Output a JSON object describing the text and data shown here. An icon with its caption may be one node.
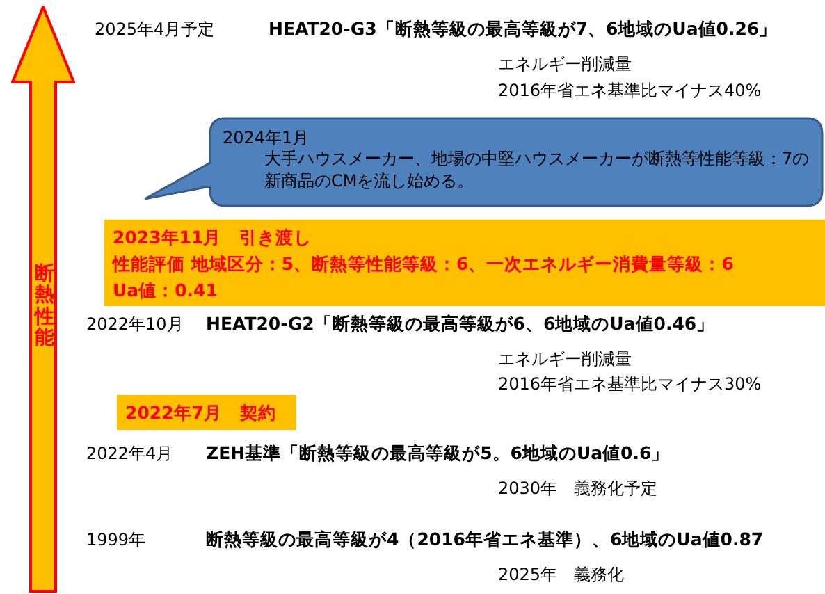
{
  "diagram": {
    "nodes": [
      {
        "text": [
          "断熱性能"
        ]
      },
      {
        "text": [
          "2024年1月",
          "大手ハウスメーカー、地場の中堅ハウスメーカーが断熱等性能等級：7の新商品のCMを流し始める。"
        ]
      },
      {
        "text": [
          "2023年11月　引き渡し",
          "性能評価 地域区分：5、断熱等性能等級：6、一次エネルギー消費量等級：6",
          "Ua値：0.41"
        ]
      },
      {
        "text": [
          "2022年7月　契約"
        ]
      }
    ],
    "labels": [
      "2025年4月予定",
      "HEAT20‐G3「断熱等級の最高等級が7、6地域のUa値0.26」",
      "エネルギー削減量",
      "2016年省エネ基準比マイナス40%",
      "2022年10月",
      "HEAT20‐G2「断熱等級の最高等級が6、6地域のUa値0.46」",
      "エネルギー削減量",
      "2016年省エネ基準比マイナス30%",
      "2022年4月",
      "ZEH基準「断熱等級の最高等級が5。6地域のUa値0.6」",
      "2030年　義務化予定",
      "1999年",
      "断熱等級の最高等級が4（2016年省エネ基準）、6地域のUa値0.87",
      "2025年　義務化"
    ]
  }
}
